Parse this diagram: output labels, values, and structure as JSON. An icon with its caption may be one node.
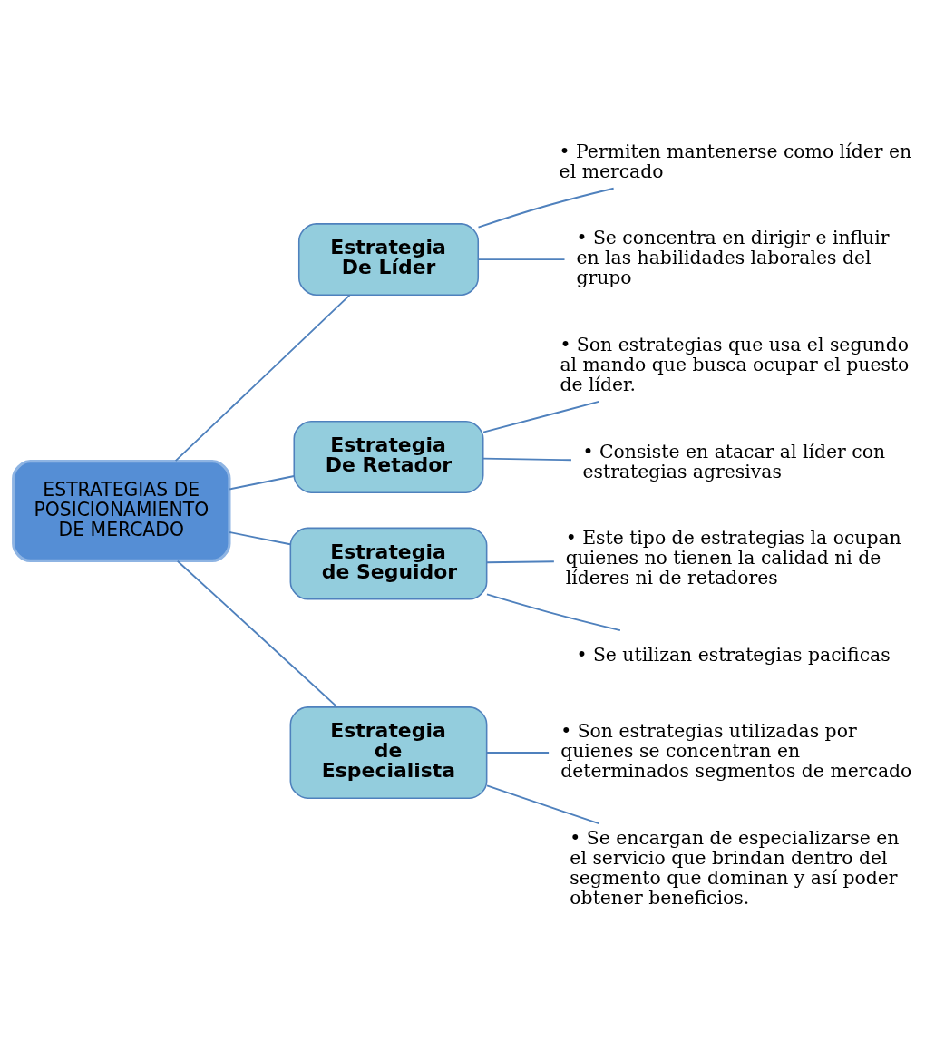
{
  "diagram": {
    "nodes": [
      {
        "text": [
          "ESTRATEGIAS DE POSICIONAMIENTO DE MERCADO"
        ]
      },
      {
        "text": [
          "Estrategia De Líder"
        ]
      },
      {
        "text": [
          "• Permiten mantenerse como líder en el mercado"
        ]
      },
      {
        "text": [
          "• Se concentra en dirigir e influir en las habilidades laborales del grupo"
        ]
      },
      {
        "text": [
          "Estrategia De Retador"
        ]
      },
      {
        "text": [
          "• Son estrategias que usa el segundo al mando que busca ocupar el puesto de líder."
        ]
      },
      {
        "text": [
          "• Consiste en atacar al líder con estrategias agresivas"
        ]
      },
      {
        "text": [
          "Estrategia de Seguidor"
        ]
      },
      {
        "text": [
          "• Este tipo de estrategias la ocupan quienes no tienen la calidad ni de líderes ni de retadores"
        ]
      },
      {
        "text": [
          "• Se utilizan estrategias pacificas"
        ]
      },
      {
        "text": [
          "Estrategia de Especialista"
        ]
      },
      {
        "text": [
          "• Son estrategias utilizadas por quienes se concentran en determinados segmentos de mercado"
        ]
      },
      {
        "text": [
          "• Se encargan de especializarse en el servicio que brindan dentro del segmento que dominan y así poder obtener beneficios."
        ]
      }
    ],
    "edges": [
      {
        "from": 0,
        "to": 1,
        "arrow": "none"
      },
      {
        "from": 0,
        "to": 4,
        "arrow": "none"
      },
      {
        "from": 0,
        "to": 7,
        "arrow": "none"
      },
      {
        "from": 0,
        "to": 10,
        "arrow": "none"
      },
      {
        "from": 1,
        "to": 2,
        "arrow": "none"
      },
      {
        "from": 1,
        "to": 3,
        "arrow": "none"
      },
      {
        "from": 4,
        "to": 5,
        "arrow": "none"
      },
      {
        "from": 4,
        "to": 6,
        "arrow": "none"
      },
      {
        "from": 7,
        "to": 8,
        "arrow": "none"
      },
      {
        "from": 7,
        "to": 9,
        "arrow": "none"
      },
      {
        "from": 10,
        "to": 11,
        "arrow": "none"
      },
      {
        "from": 10,
        "to": 12,
        "arrow": "none"
      }
    ]
  }
}
